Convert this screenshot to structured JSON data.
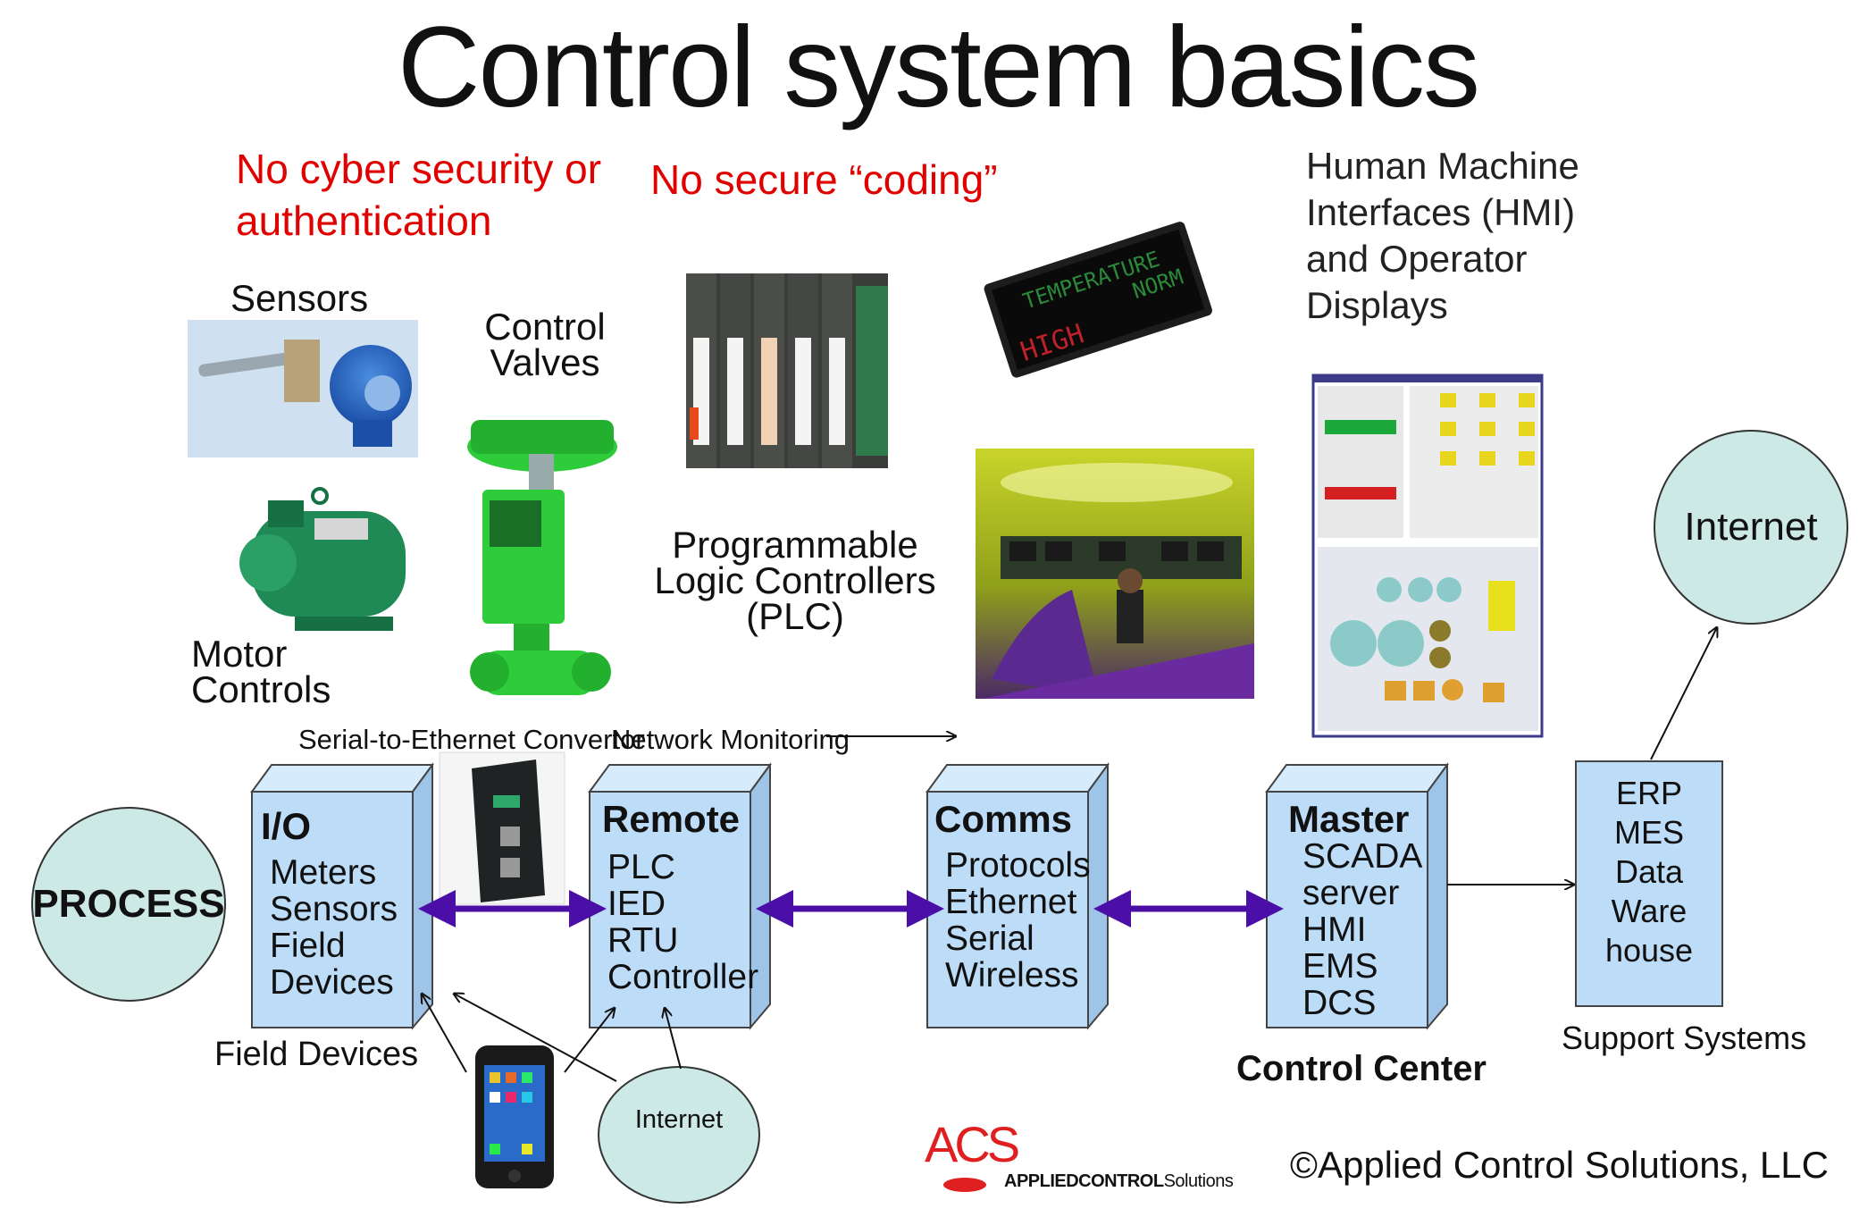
{
  "title": "Control system basics",
  "warnings": {
    "no_cyber_line1": "No cyber security or",
    "no_cyber_line2": "authentication",
    "no_secure_coding": "No secure “coding”"
  },
  "labels": {
    "sensors": "Sensors",
    "control_valves_line1": "Control",
    "control_valves_line2": "Valves",
    "motor_controls_line1": "Motor",
    "motor_controls_line2": "Controls",
    "plc_line1": "Programmable",
    "plc_line2": "Logic Controllers",
    "plc_line3": "(PLC)",
    "hmi_line1": "Human Machine",
    "hmi_line2": "Interfaces (HMI)",
    "hmi_line3": "and Operator",
    "hmi_line4": "Displays",
    "serial_to_ethernet": "Serial-to-Ethernet Convertor",
    "network_monitoring": "Network Monitoring",
    "field_devices": "Field Devices",
    "control_center": "Control Center",
    "support_systems": "Support Systems"
  },
  "display_sign": {
    "line1": "TEMPERATURE",
    "line2": "NORM",
    "line3": "HIGH"
  },
  "nodes": {
    "process": "PROCESS",
    "internet_top": "Internet",
    "internet_bottom": "Internet"
  },
  "boxes": {
    "io": {
      "header": "I/O",
      "items": [
        "Meters",
        "Sensors",
        "Field",
        "Devices"
      ]
    },
    "remote": {
      "header": "Remote",
      "items": [
        "PLC",
        "IED",
        "RTU",
        "Controller"
      ]
    },
    "comms": {
      "header": "Comms",
      "items": [
        "Protocols",
        "Ethernet",
        "Serial",
        "Wireless"
      ]
    },
    "master": {
      "header": "Master",
      "items": [
        "SCADA",
        "server",
        "HMI",
        "EMS",
        "DCS"
      ]
    },
    "support": {
      "items": [
        "ERP",
        "MES",
        "Data",
        "Ware",
        "house"
      ]
    }
  },
  "footer": {
    "logo_letters": "ACS",
    "logo_text_bold": "APPLIEDCONTROL",
    "logo_text_light": "Solutions",
    "copyright": "©Applied Control Solutions, LLC"
  },
  "colors": {
    "box_fill": "#bcdcf8",
    "box_side": "#9ec4e8",
    "box_top": "#d6ebfc",
    "circle_fill": "#cce9e6",
    "arrow_purple": "#4b0fa8",
    "warning_red": "#e00000"
  }
}
